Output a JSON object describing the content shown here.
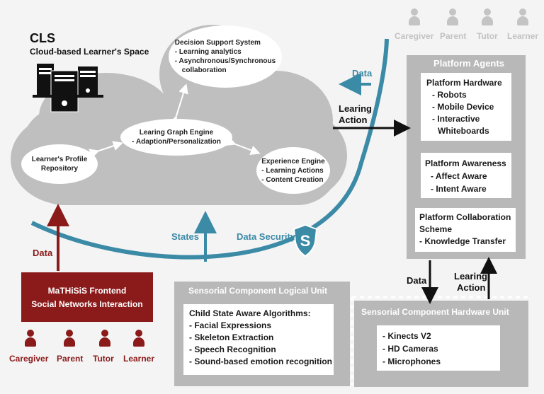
{
  "colors": {
    "cloud": "#bfbfbf",
    "panel": "#b8b8b8",
    "teal": "#3b8aa6",
    "maroon": "#8b1a1a",
    "text_dark": "#111111",
    "gray_label": "#c2c2c2"
  },
  "top_roles": [
    "Caregiver",
    "Parent",
    "Tutor",
    "Learner"
  ],
  "bottom_roles": [
    "Caregiver",
    "Parent",
    "Tutor",
    "Learner"
  ],
  "cls": {
    "title": "CLS",
    "subtitle": "Cloud-based Learner's Space",
    "icon": "server-icon"
  },
  "dss": {
    "title": "Decision Support System",
    "line1": "- Learning analytics",
    "line2": "- Asynchronous/Synchronous",
    "line3": "collaboration"
  },
  "graph_engine": {
    "title": "Learing Graph Engine",
    "line1": "- Adaption/Personalization"
  },
  "profile": {
    "line1": "Learner's Profile",
    "line2": "Repository"
  },
  "experience": {
    "title": "Experience Engine",
    "line1": "- Learning Actions",
    "line2": "- Content Creation"
  },
  "arrows": {
    "data_top": "Data",
    "learing_action_top_1": "Learing",
    "learing_action_top_2": "Action",
    "states": "States",
    "data_security": "Data Security",
    "data_left": "Data",
    "data_mid": "Data",
    "learing_action_mid_1": "Learing",
    "learing_action_mid_2": "Action"
  },
  "platform": {
    "title": "Platform Agents",
    "hardware": {
      "title": "Platform Hardware",
      "items": [
        "- Robots",
        "- Mobile Device",
        "- Interactive",
        "Whiteboards"
      ]
    },
    "awareness": {
      "title": "Platform Awareness",
      "items": [
        "- Affect Aware",
        "- Intent Aware"
      ]
    },
    "collab": {
      "title1": "Platform Collaboration",
      "title2": "Scheme",
      "items": [
        "- Knowledge Transfer"
      ]
    }
  },
  "frontend": {
    "line1": "MaTHiSiS Frontend",
    "line2": "Social Networks Interaction"
  },
  "logical_unit": {
    "title": "Sensorial Component Logical Unit",
    "box_title": "Child State Aware Algorithms:",
    "items": [
      "- Facial Expressions",
      "- Skeleton Extraction",
      "- Speech Recognition",
      "- Sound-based emotion recognition"
    ]
  },
  "hardware_unit": {
    "title": "Sensorial Component Hardware Unit",
    "items": [
      "- Kinects V2",
      "- HD Cameras",
      "- Microphones"
    ]
  }
}
